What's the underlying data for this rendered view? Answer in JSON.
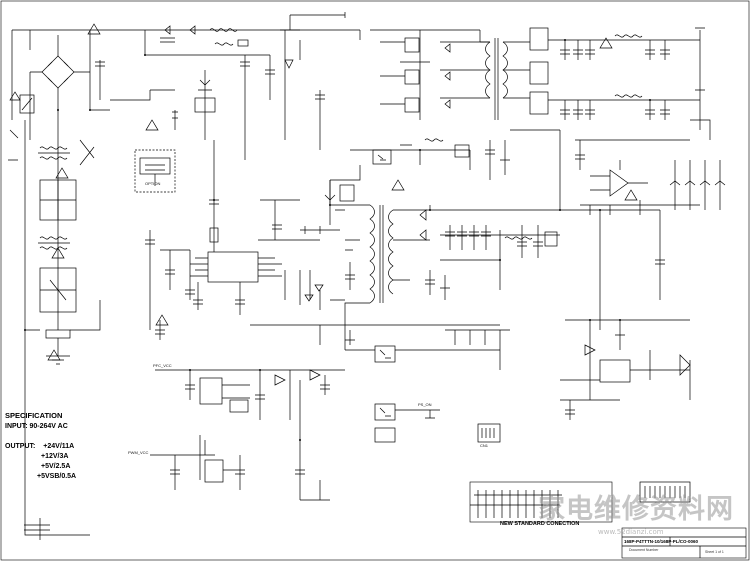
{
  "specification": {
    "title": "SPECIFICATION",
    "input": "INPUT: 90-264V AC",
    "output_title": "OUTPUT:",
    "outputs": [
      "+24V/11A",
      "+12V/3A",
      "+5V/2.5A",
      "+5VSB/0.5A"
    ]
  },
  "labels": {
    "option": "OPTION",
    "ps_on": "PS_ON",
    "pfc_vcc": "PFC_VCC",
    "pwm_vcc": "PWM_VCC",
    "cn1": "CN1",
    "new_connection": "NEW STANDARD CONECTION",
    "title_block": "168P-P4TTTN-10/168P-PL/CO-0060",
    "document_number": "Document Number",
    "sheet": "Sheet 1 of 1"
  },
  "watermark": {
    "text": "家电维修资料网",
    "url": "www.52dianzi.com"
  },
  "colors": {
    "line": "#000000",
    "watermark": "#969696"
  }
}
